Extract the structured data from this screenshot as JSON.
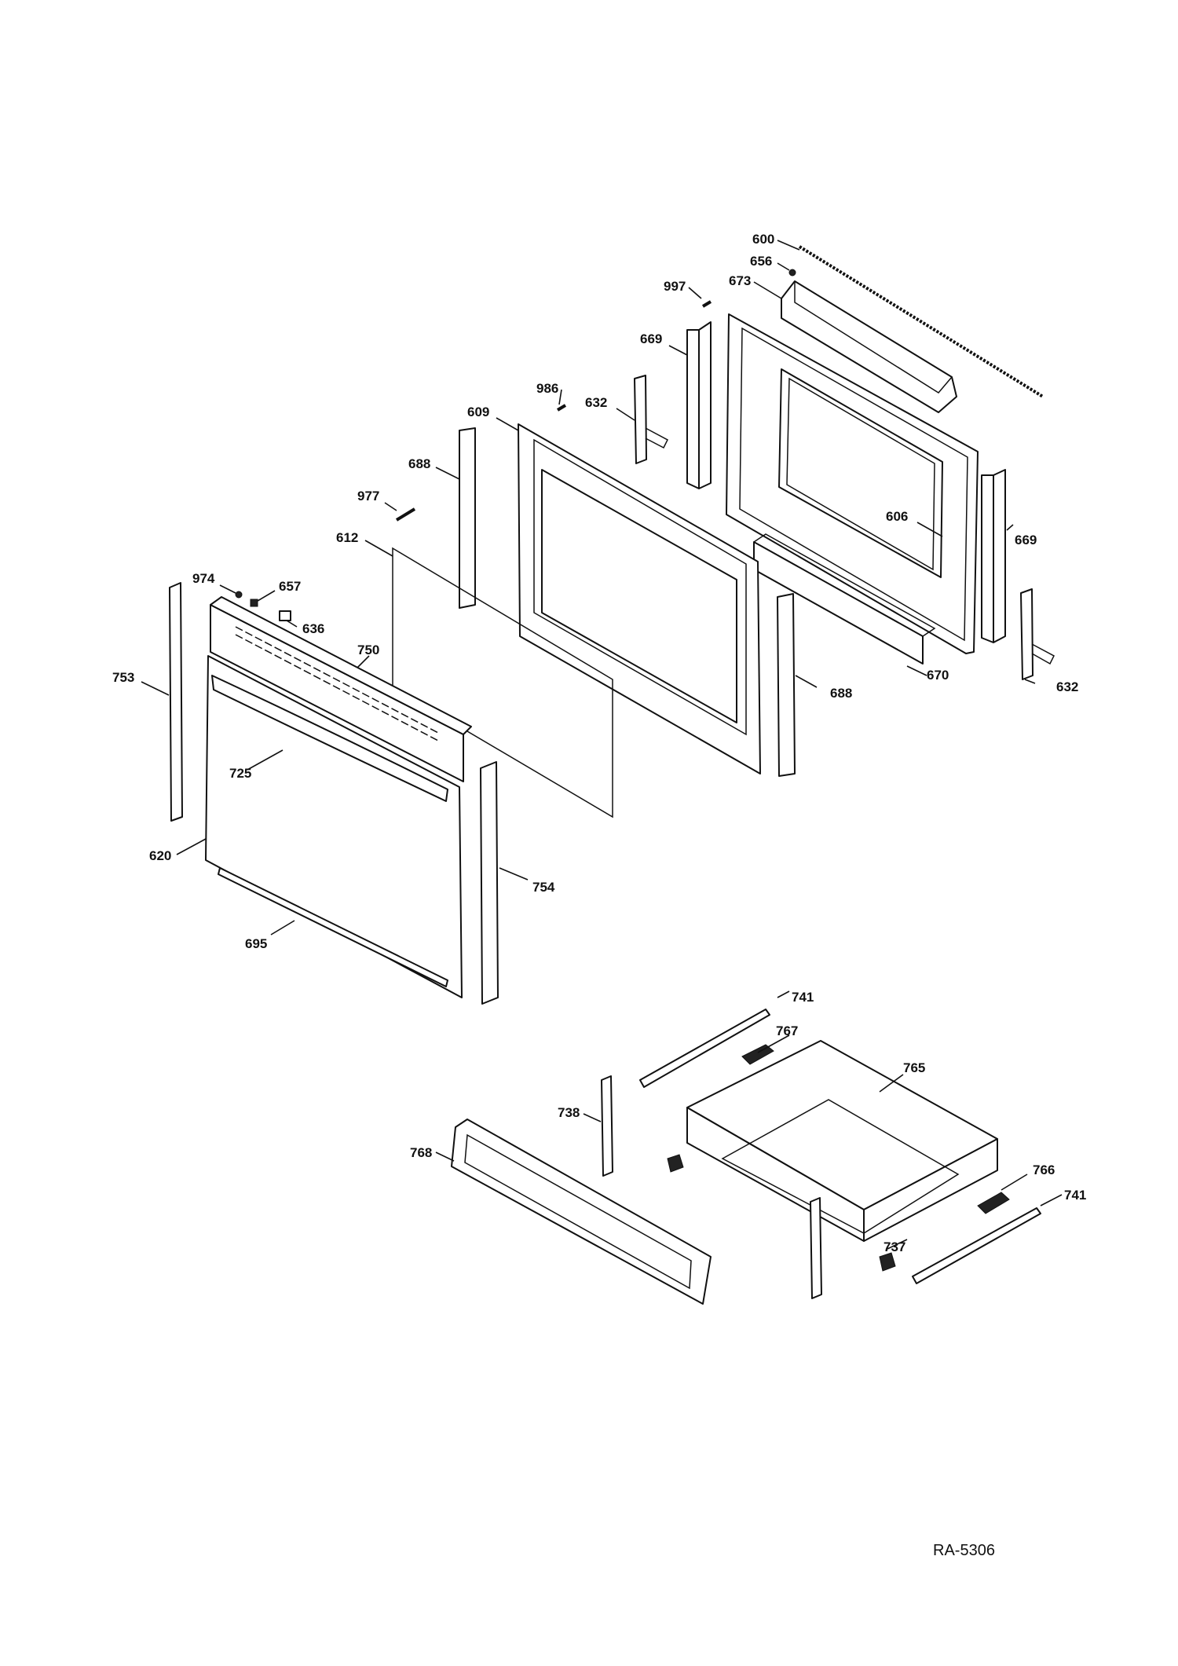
{
  "diagram_code": "RA-5306",
  "callouts": [
    {
      "id": "c600",
      "text": "600"
    },
    {
      "id": "c656",
      "text": "656"
    },
    {
      "id": "c997",
      "text": "997"
    },
    {
      "id": "c673",
      "text": "673"
    },
    {
      "id": "c669a",
      "text": "669"
    },
    {
      "id": "c986",
      "text": "986"
    },
    {
      "id": "c632a",
      "text": "632"
    },
    {
      "id": "c609",
      "text": "609"
    },
    {
      "id": "c688a",
      "text": "688"
    },
    {
      "id": "c977",
      "text": "977"
    },
    {
      "id": "c612",
      "text": "612"
    },
    {
      "id": "c606",
      "text": "606"
    },
    {
      "id": "c669b",
      "text": "669"
    },
    {
      "id": "c974",
      "text": "974"
    },
    {
      "id": "c657",
      "text": "657"
    },
    {
      "id": "c636",
      "text": "636"
    },
    {
      "id": "c750",
      "text": "750"
    },
    {
      "id": "c753",
      "text": "753"
    },
    {
      "id": "c670",
      "text": "670"
    },
    {
      "id": "c632b",
      "text": "632"
    },
    {
      "id": "c688b",
      "text": "688"
    },
    {
      "id": "c725",
      "text": "725"
    },
    {
      "id": "c620",
      "text": "620"
    },
    {
      "id": "c754",
      "text": "754"
    },
    {
      "id": "c695",
      "text": "695"
    },
    {
      "id": "c741a",
      "text": "741"
    },
    {
      "id": "c767",
      "text": "767"
    },
    {
      "id": "c765",
      "text": "765"
    },
    {
      "id": "c738",
      "text": "738"
    },
    {
      "id": "c768",
      "text": "768"
    },
    {
      "id": "c766",
      "text": "766"
    },
    {
      "id": "c741b",
      "text": "741"
    },
    {
      "id": "c737",
      "text": "737"
    }
  ]
}
